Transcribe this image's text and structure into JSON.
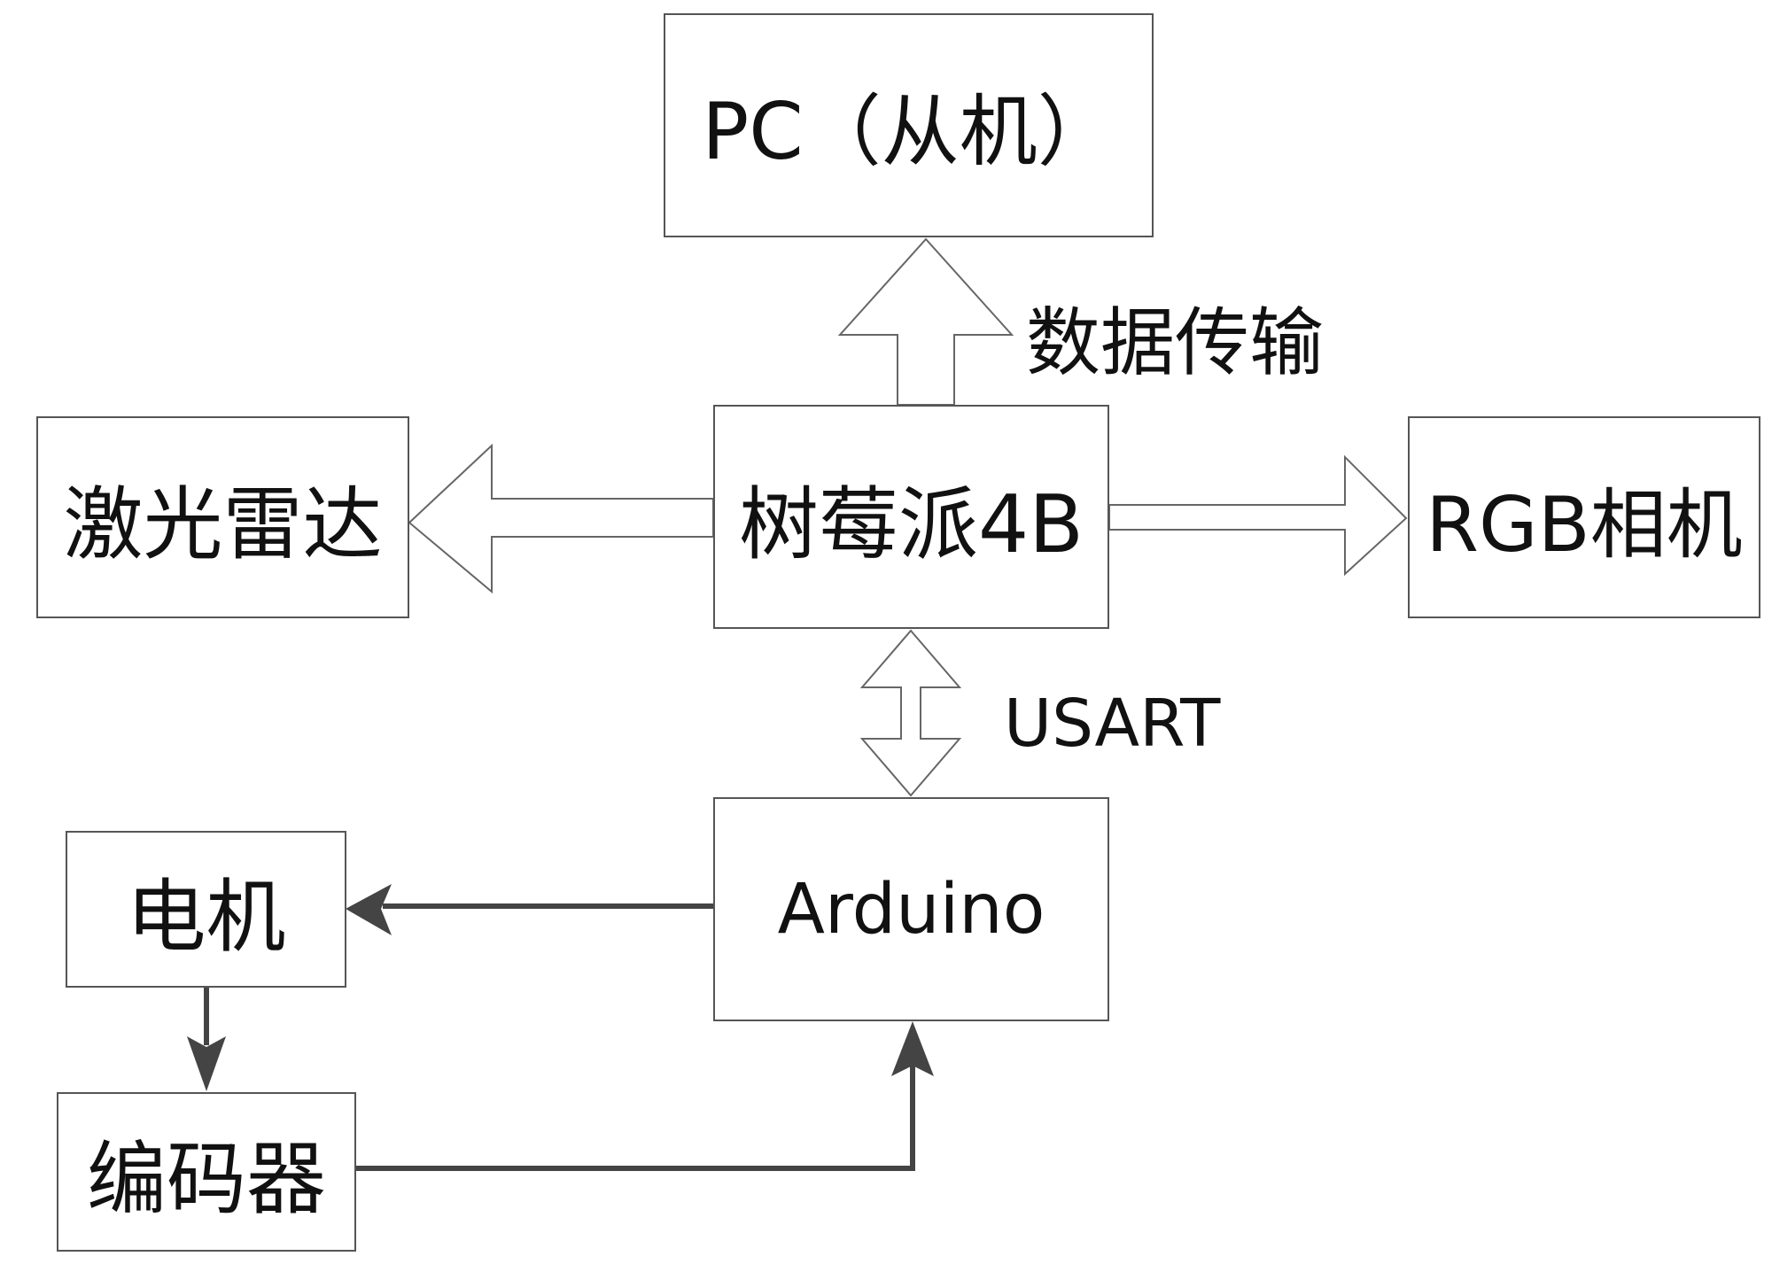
{
  "nodes": {
    "pc": "PC（从机）",
    "lidar": "激光雷达",
    "raspberry": "树莓派4B",
    "camera": "RGB相机",
    "arduino": "Arduino",
    "motor": "电机",
    "encoder": "编码器"
  },
  "edges": {
    "data_transfer": "数据传输",
    "usart": "USART"
  },
  "colors": {
    "box_border": "#555555",
    "hollow_arrow": "#666666",
    "solid_arrow": "#444444",
    "text": "#111111"
  }
}
